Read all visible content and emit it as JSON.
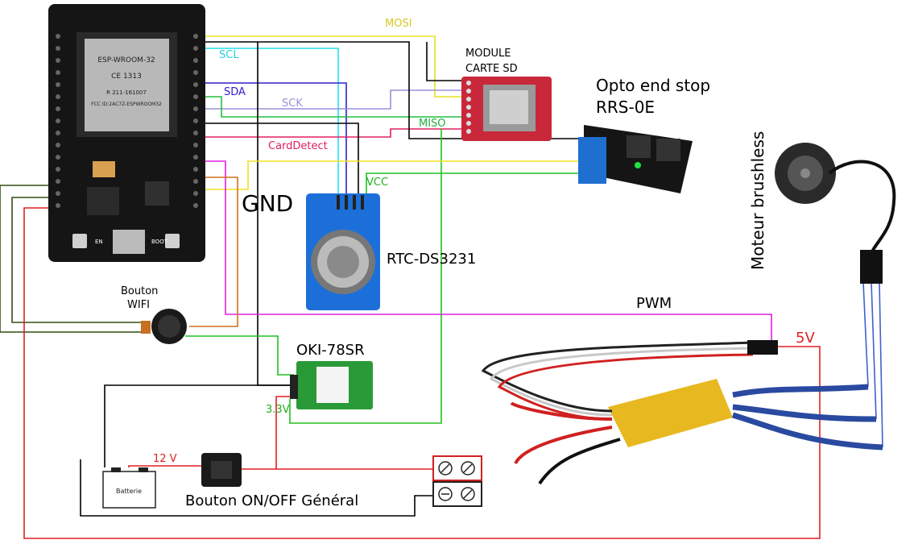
{
  "labels": {
    "mosi": "MOSI",
    "scl": "SCL",
    "sda": "SDA",
    "sck": "SCK",
    "miso": "MISO",
    "card_detect": "CardDetect",
    "vcc": "VCC",
    "gnd": "GND",
    "module_sd_1": "MODULE",
    "module_sd_2": "CARTE SD",
    "opto_1": "Opto end stop",
    "opto_2": "RRS-0E",
    "motor": "Moteur brushless",
    "rtc": "RTC-DS3231",
    "button_wifi_1": "Bouton",
    "button_wifi_2": "WIFI",
    "pwm": "PWM",
    "five_v": "5V",
    "oki": "OKI-78SR",
    "three_v3": "3.3V",
    "twelve_v": "12 V",
    "battery": "Batterie",
    "main_switch": "Bouton ON/OFF Général"
  },
  "board": {
    "module_name": "ESP-WROOM-32",
    "ce_mark": "CE 1313",
    "r_mark": "R 211-161007",
    "fcc": "FCC ID:2AC7Z-ESPWROOM32",
    "en_label": "EN",
    "boot_label": "BOOT"
  },
  "colors": {
    "mosi": "#e8e020",
    "scl": "#22e0ee",
    "sda": "#3020c8",
    "sck": "#9a90d8",
    "miso": "#20c040",
    "card_detect": "#e02060",
    "vcc": "#20c020",
    "gnd": "#000000",
    "pwm": "#e020e0",
    "five_v": "#e02020",
    "wifi_a": "#305010",
    "wifi_b": "#d07020",
    "opto_signal": "#f0e020",
    "motor_wire": "#4060d0"
  }
}
